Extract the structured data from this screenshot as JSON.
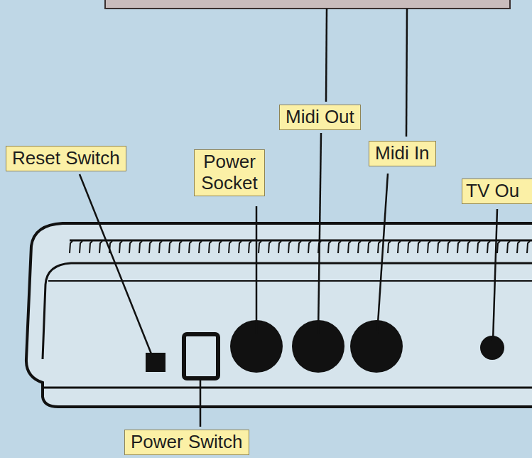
{
  "diagram": {
    "nodes": [
      {
        "text": [
          "Midi Out"
        ]
      },
      {
        "text": [
          "Reset Switch"
        ]
      },
      {
        "text": [
          "Power Socket"
        ]
      },
      {
        "text": [
          "Midi In"
        ]
      },
      {
        "text": [
          "TV Ou"
        ]
      },
      {
        "text": [
          "Power Switch"
        ]
      }
    ]
  }
}
